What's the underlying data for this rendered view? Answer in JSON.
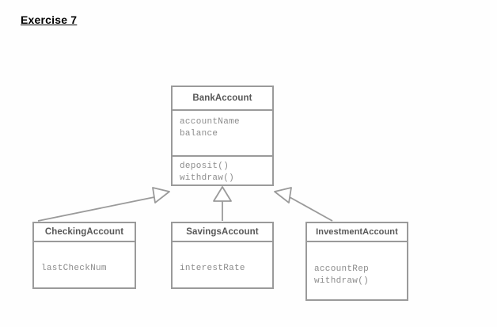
{
  "page": {
    "heading": "Exercise 7",
    "background_color": "#fefefe",
    "line_color": "#9a9a9a",
    "title_text_color": "#575757",
    "member_text_color": "#8c8c8c",
    "heading_color": "#000000"
  },
  "diagram": {
    "type": "uml-class-diagram",
    "relationship": "generalization",
    "superclass": {
      "name": "BankAccount",
      "attributes": [
        "accountName",
        "balance"
      ],
      "operations": [
        "deposit()",
        "withdraw()"
      ]
    },
    "subclasses": [
      {
        "name": "CheckingAccount",
        "members": [
          "lastCheckNum"
        ]
      },
      {
        "name": "SavingsAccount",
        "members": [
          "interestRate"
        ]
      },
      {
        "name": "InvestmentAccount",
        "members": [
          "accountRep",
          "withdraw()"
        ]
      }
    ],
    "edges": [
      {
        "from": "CheckingAccount",
        "to": "BankAccount",
        "kind": "inheritance-arrow"
      },
      {
        "from": "SavingsAccount",
        "to": "BankAccount",
        "kind": "inheritance-arrow"
      },
      {
        "from": "InvestmentAccount",
        "to": "BankAccount",
        "kind": "inheritance-arrow"
      }
    ]
  }
}
